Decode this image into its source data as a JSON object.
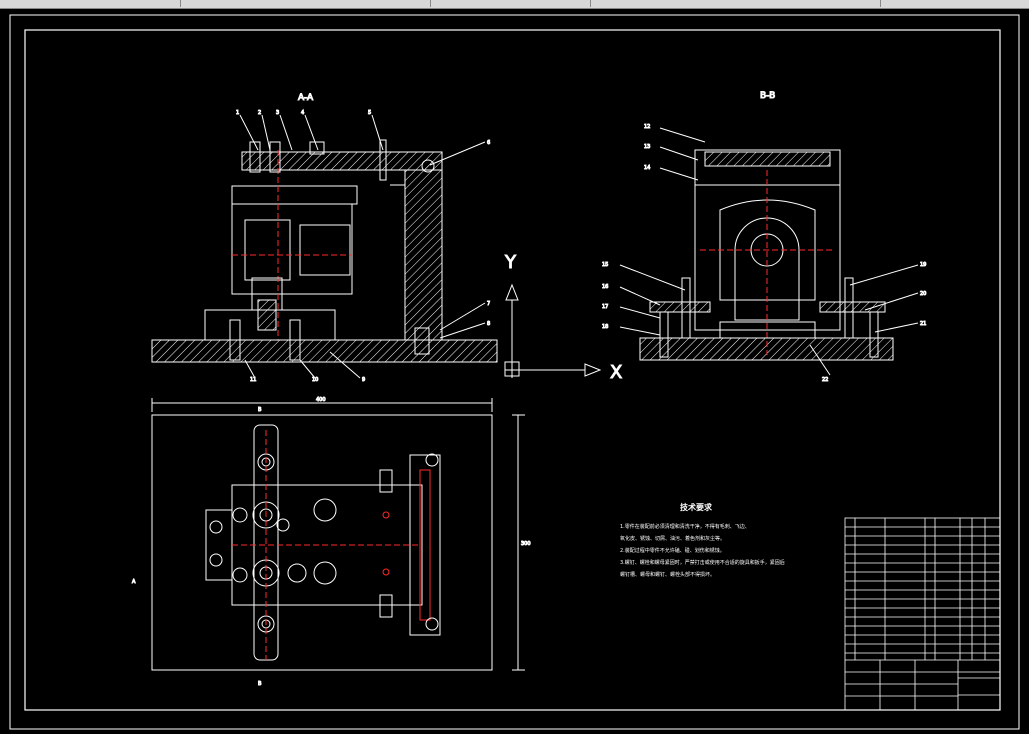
{
  "toolbar": {
    "segments": 5
  },
  "drawing": {
    "section_label_aa": "A-A",
    "section_label_bb": "B-B",
    "axis_y": "Y",
    "axis_x": "X",
    "dimension_width": "400",
    "dimension_height": "300",
    "view_marker_a_left": "A",
    "view_marker_b_top": "B",
    "view_marker_b_bottom": "B",
    "balloons_left": [
      "1",
      "2",
      "3",
      "4",
      "5",
      "6",
      "7",
      "8",
      "9",
      "10",
      "11"
    ],
    "balloons_right": [
      "12",
      "13",
      "14",
      "15",
      "16",
      "17",
      "18",
      "19",
      "20",
      "21",
      "22"
    ],
    "tech_title": "技术要求",
    "tech_notes": [
      "1.零件在装配前必须清理和清洗干净，不得有毛刺、飞边、",
      "氧化皮、锈蚀、切屑、油污、着色剂和灰尘等。",
      "2.装配过程中零件不允许磕、碰、划伤和锈蚀。",
      "3.螺钉、螺栓和螺母紧固时，严禁打击或使用不合适的旋具和扳手，紧固后",
      "螺钉槽、螺母和螺钉、螺栓头部不得损坏。"
    ]
  },
  "colors": {
    "background": "#000000",
    "line": "#ffffff",
    "center": "#ff2a2a",
    "frame": "#ffffff"
  }
}
